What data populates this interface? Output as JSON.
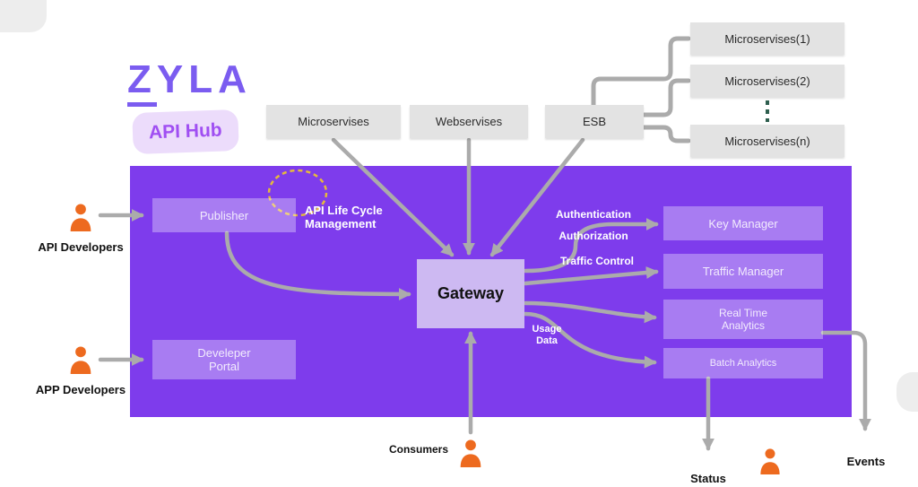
{
  "logo": {
    "title": "ZYLA",
    "title_z": "Z",
    "title_rest": "YLA",
    "subtitle": "API Hub"
  },
  "external_services": {
    "microservices": {
      "label": "Microservises"
    },
    "webservices": {
      "label": "Webservises"
    },
    "esb": {
      "label": "ESB"
    },
    "microservices_1": {
      "label": "Microservises(1)"
    },
    "microservices_2": {
      "label": "Microservises(2)"
    },
    "microservices_n": {
      "label": "Microservises(n)"
    }
  },
  "hub": {
    "publisher": {
      "label": "Publisher"
    },
    "developer_portal": {
      "label": "Develeper\nPortal"
    },
    "gateway": {
      "label": "Gateway"
    },
    "key_manager": {
      "label": "Key Manager"
    },
    "traffic_manager": {
      "label": "Traffic Manager"
    },
    "realtime_analytics": {
      "label": "Real Time\nAnalytics"
    },
    "batch_analytics": {
      "label": "Batch Analytics"
    },
    "lifecycle": {
      "label": "API Life Cycle\nManagement"
    }
  },
  "flow_labels": {
    "authentication": "Authentication",
    "authorization": "Authorization",
    "traffic_control": "Traffic Control",
    "usage_data": "Usage\nData"
  },
  "actors": {
    "api_developers": "API Developers",
    "app_developers": "APP Developers",
    "consumers": "Consumers",
    "status": "Status",
    "events": "Events"
  },
  "colors": {
    "purple_area": "#7e3cec",
    "inner_box": "rgba(255,255,255,0.33)",
    "gateway_box": "#cdb9f2",
    "gray_box": "#e3e3e3",
    "arrow": "#ababab",
    "orange": "#ed6a1f",
    "logo_purple": "#7b5cf0",
    "badge_bg": "#ecdcfb",
    "badge_text": "#a04ff2",
    "dashed_circle": "#e5b93c",
    "dashed_green": "#2e5e4e"
  }
}
